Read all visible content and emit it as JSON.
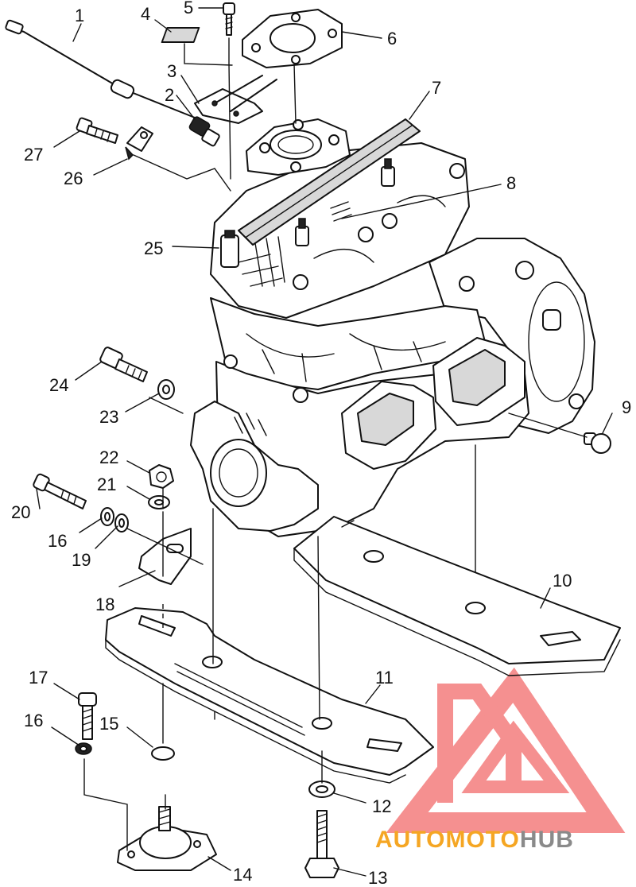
{
  "diagram": {
    "callouts": [
      "1",
      "2",
      "3",
      "4",
      "5",
      "6",
      "7",
      "8",
      "9",
      "10",
      "11",
      "12",
      "13",
      "14",
      "15",
      "16",
      "16",
      "17",
      "18",
      "19",
      "20",
      "21",
      "22",
      "23",
      "24",
      "25",
      "26",
      "27"
    ]
  },
  "watermark": {
    "brand_part1": "AUTOMOTO",
    "brand_part2": "HUB",
    "logo_color": "#f26b6b",
    "brand_color_1": "#f5a623",
    "brand_color_2": "#8a8a8a"
  }
}
